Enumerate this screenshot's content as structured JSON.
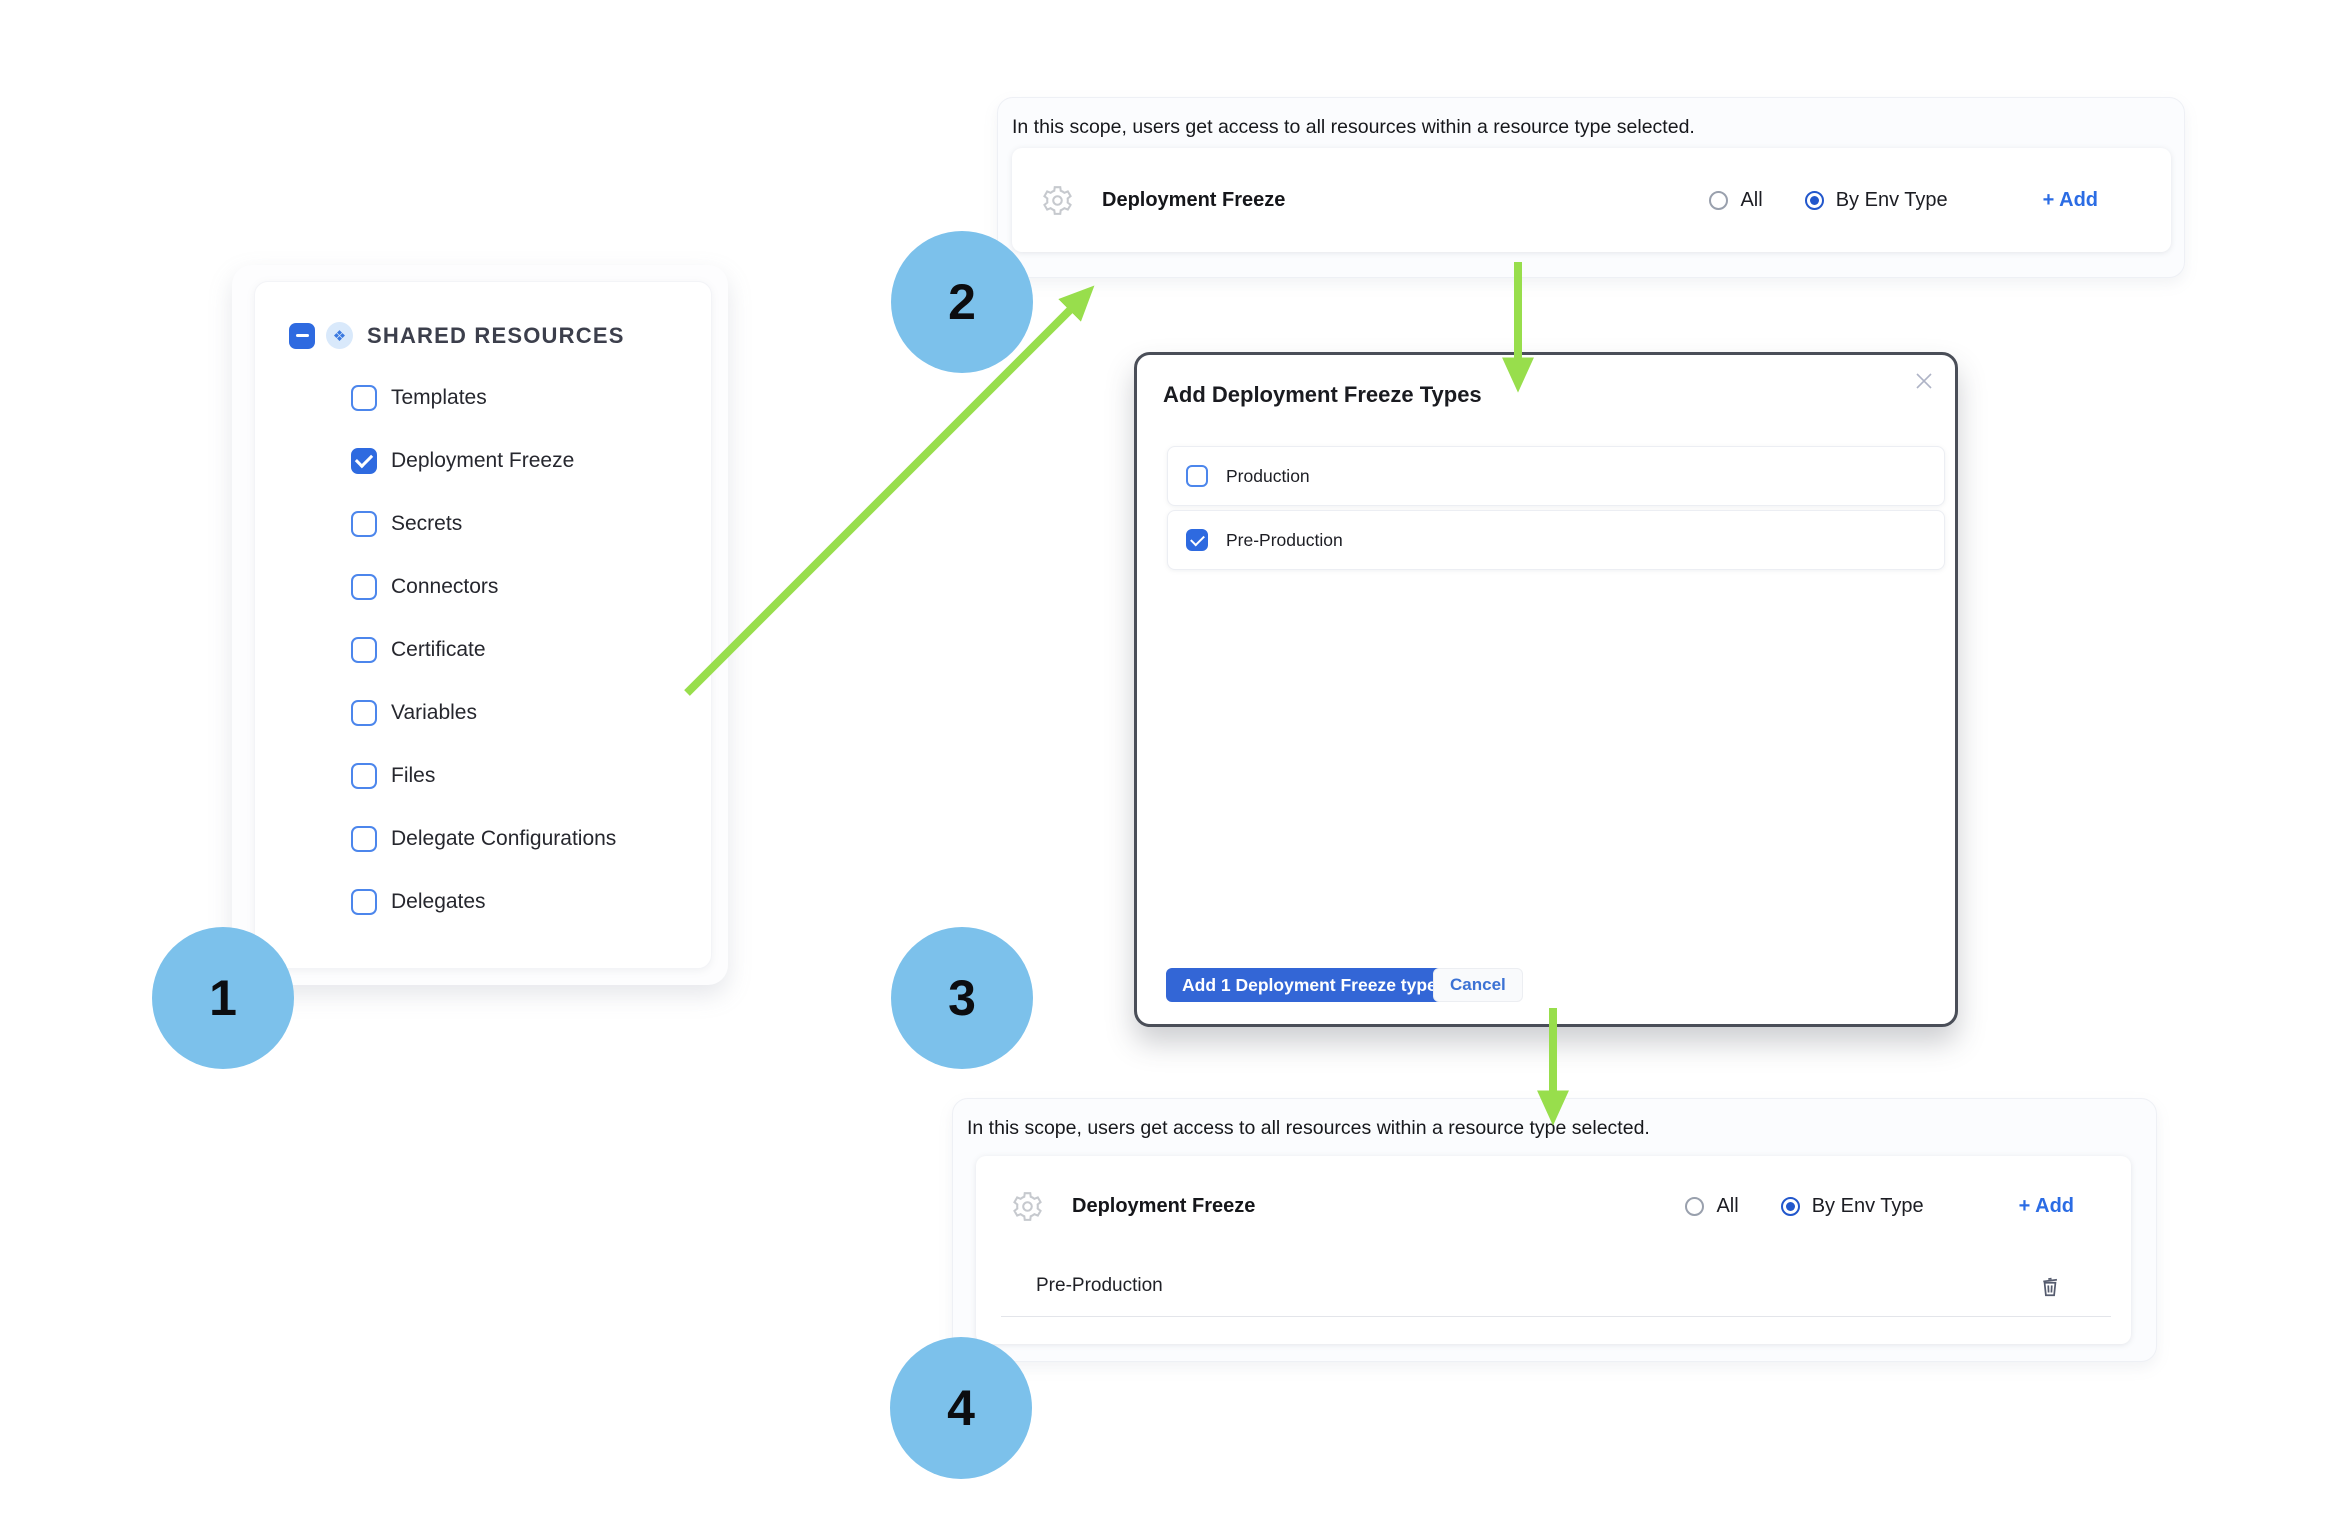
{
  "steps": [
    {
      "number": "1"
    },
    {
      "number": "2"
    },
    {
      "number": "3"
    },
    {
      "number": "4"
    }
  ],
  "icons": {
    "shared_resources_glyph": "❖"
  },
  "colors": {
    "accent_blue": "#2E6AE0",
    "link_blue": "#2B6CE4",
    "primary_button_blue": "#3366D6",
    "step_circle_blue": "#7CC1EB",
    "arrow_green": "#98DE4C",
    "panel_background": "#FBFCFE",
    "modal_border": "#4A4E58",
    "text_dark": "#1B1C21",
    "icon_gray": "#C6C9CE"
  },
  "resource_panel": {
    "header": {
      "label": "SHARED RESOURCES"
    },
    "items": [
      {
        "label": "Templates",
        "checked": false
      },
      {
        "label": "Deployment Freeze",
        "checked": true
      },
      {
        "label": "Secrets",
        "checked": false
      },
      {
        "label": "Connectors",
        "checked": false
      },
      {
        "label": "Certificate",
        "checked": false
      },
      {
        "label": "Variables",
        "checked": false
      },
      {
        "label": "Files",
        "checked": false
      },
      {
        "label": "Delegate Configurations",
        "checked": false
      },
      {
        "label": "Delegates",
        "checked": false
      }
    ]
  },
  "scope_panel_initial": {
    "description": "In this scope, users get access to all resources within a resource type selected.",
    "resource_row": {
      "label": "Deployment Freeze",
      "options": [
        {
          "label": "All",
          "selected": false
        },
        {
          "label": "By Env Type",
          "selected": true
        }
      ],
      "add_label": "+ Add"
    }
  },
  "modal": {
    "title": "Add Deployment Freeze Types",
    "options": [
      {
        "label": "Production",
        "checked": false
      },
      {
        "label": "Pre-Production",
        "checked": true
      }
    ],
    "primary_button_label": "Add 1 Deployment Freeze type",
    "cancel_button_label": "Cancel"
  },
  "scope_panel_updated": {
    "description": "In this scope, users get access to all resources within a resource type selected.",
    "resource_row": {
      "label": "Deployment Freeze",
      "options": [
        {
          "label": "All",
          "selected": false
        },
        {
          "label": "By Env Type",
          "selected": true
        }
      ],
      "add_label": "+ Add"
    },
    "selected_types": [
      {
        "label": "Pre-Production"
      }
    ]
  }
}
